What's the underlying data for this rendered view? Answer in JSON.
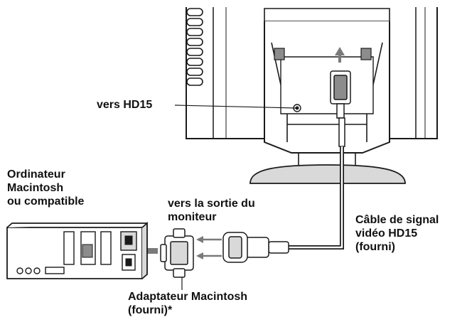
{
  "labels": {
    "hd15_port": "vers HD15",
    "computer": [
      "Ordinateur",
      "Macintosh",
      "ou compatible"
    ],
    "monitor_out": [
      "vers la sortie du",
      "moniteur"
    ],
    "cable": [
      "Câble de signal",
      "vidéo HD15",
      "(fourni)"
    ],
    "adapter": [
      "Adaptateur Macintosh",
      "(fourni)*"
    ]
  },
  "colors": {
    "line": "#1a1a1a",
    "monitor_gray": "#d9d9d9",
    "dark_gray": "#8c8c8c",
    "arrow": "#7a7a7a"
  }
}
